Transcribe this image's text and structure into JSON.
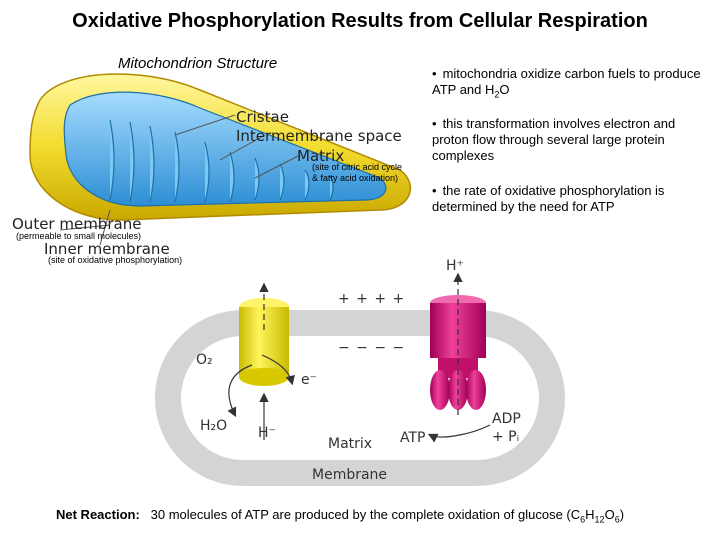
{
  "title": "Oxidative Phosphorylation Results from Cellular Respiration",
  "mito": {
    "heading": "Mitochondrion Structure",
    "cristae": "Cristae",
    "intermembrane": "Intermembrane space",
    "matrix": "Matrix",
    "matrix_note1": "(site of citric acid cycle",
    "matrix_note2": "& fatty acid oxidation)",
    "outer": "Outer membrane",
    "outer_note": "(permeable to small molecules)",
    "inner": "Inner membrane",
    "inner_note": "(site of oxidative phosphorylation)"
  },
  "bullets": [
    {
      "pre": "mitochondria oxidize carbon fuels to produce ATP and H",
      "sub": "2",
      "post": "O"
    },
    {
      "pre": "this transformation involves electron and proton flow through several large protein complexes",
      "sub": "",
      "post": ""
    },
    {
      "pre": "the rate of oxidative phosphorylation is determined by the need for ATP",
      "sub": "",
      "post": ""
    }
  ],
  "bullet_marker": "•",
  "diagram": {
    "h_plus": "H⁺",
    "plus_signs": "+ + + +",
    "minus_signs": "− − − −",
    "o2": "O₂",
    "e_minus": "e⁻",
    "h2o": "H₂O",
    "h_minus": "H⁻",
    "matrix": "Matrix",
    "membrane": "Membrane",
    "atp": "ATP",
    "adp": "ADP",
    "pi": "+ Pᵢ"
  },
  "net": {
    "label": "Net Reaction:",
    "text_pre": "30 molecules of ATP are produced by the complete oxidation of glucose (C",
    "s1": "6",
    "mid1": "H",
    "s2": "12",
    "mid2": "O",
    "s3": "6",
    "end": ")"
  },
  "colors": {
    "outer_membrane": "#f3dc2e",
    "inner_membrane": "#3aa0e0",
    "cristae_fill": "#5cb8ee",
    "ring": "#d4d4d4",
    "yellow_complex": "#f6ea2a",
    "pink_complex": "#e0107a"
  }
}
